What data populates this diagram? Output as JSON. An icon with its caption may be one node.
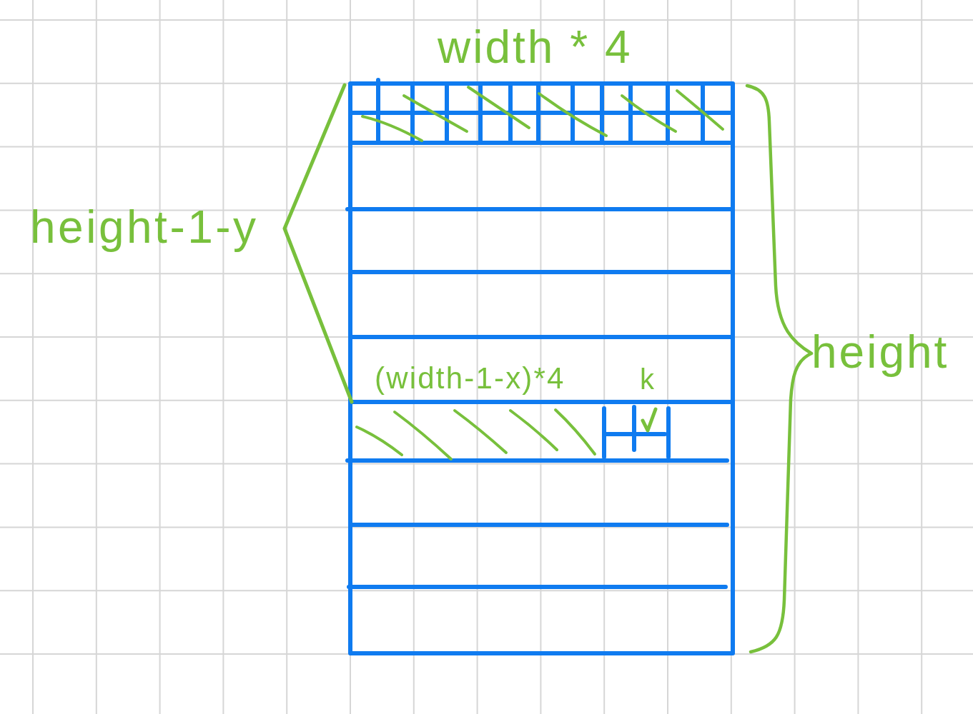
{
  "diagram": {
    "labels": [
      "width * 4",
      "height-1-y",
      "height",
      "(width-1-x)*4",
      "k"
    ]
  }
}
